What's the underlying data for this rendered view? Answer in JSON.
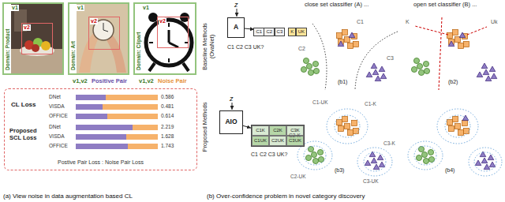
{
  "diagram": {
    "nodes": [
      {
        "text": [
          "Domain: Product",
          "v1"
        ]
      },
      {
        "text": [
          "v2"
        ],
        "in": 0
      },
      {
        "text": [
          "Domain: Art",
          "v1"
        ]
      },
      {
        "text": [
          "v2"
        ],
        "in": 2
      },
      {
        "text": [
          "Domain: Clipart",
          "v1"
        ]
      },
      {
        "text": [
          "v2"
        ],
        "in": 4
      },
      {
        "text": [
          "Postive Pair Loss : Noise Pair Loss"
        ]
      },
      {
        "text": [
          "A"
        ]
      },
      {
        "text": [
          "C1",
          "C2",
          "C3",
          "K",
          "UK"
        ]
      },
      {
        "text": [
          "AIO"
        ]
      },
      {
        "text": [
          "C1K",
          "C2K",
          "C3K",
          "C1UK",
          "C2UK",
          "C3UK"
        ]
      }
    ],
    "edges": [
      {
        "from": 7,
        "to": 8,
        "arrow": "to"
      },
      {
        "from": 9,
        "to": 10,
        "arrow": "to"
      }
    ],
    "labels": [
      "CL Loss",
      "DNet",
      "0.586",
      "VISDA",
      "0.481",
      "OFFICE",
      "0.614",
      "Proposed SCL Loss",
      "DNet",
      "2.219",
      "VISDA",
      "1.628",
      "OFFICE",
      "1.743",
      "v1,v2",
      "Positive Pair",
      "v1,v2",
      "Noise Pair",
      "Baseline Methods (OvaNet)",
      "z",
      "C1 C2 C3 UK?",
      "Proposed Methods",
      "z",
      "C1 C2 C3 UK?",
      "close set classifier (A) ...",
      "open set classifier (B) ...",
      "C1",
      "C2",
      "C3",
      "(b1)",
      "K",
      "Uk",
      "(b2)",
      "C1-UK",
      "C1-K",
      "C2-K",
      "C2-UK",
      "C3-K",
      "C3-UK",
      "(b3)",
      "(b4)",
      "(a) View noise in data augmentation based CL",
      "(b) Over-confidence problem in novel category discovery"
    ]
  }
}
